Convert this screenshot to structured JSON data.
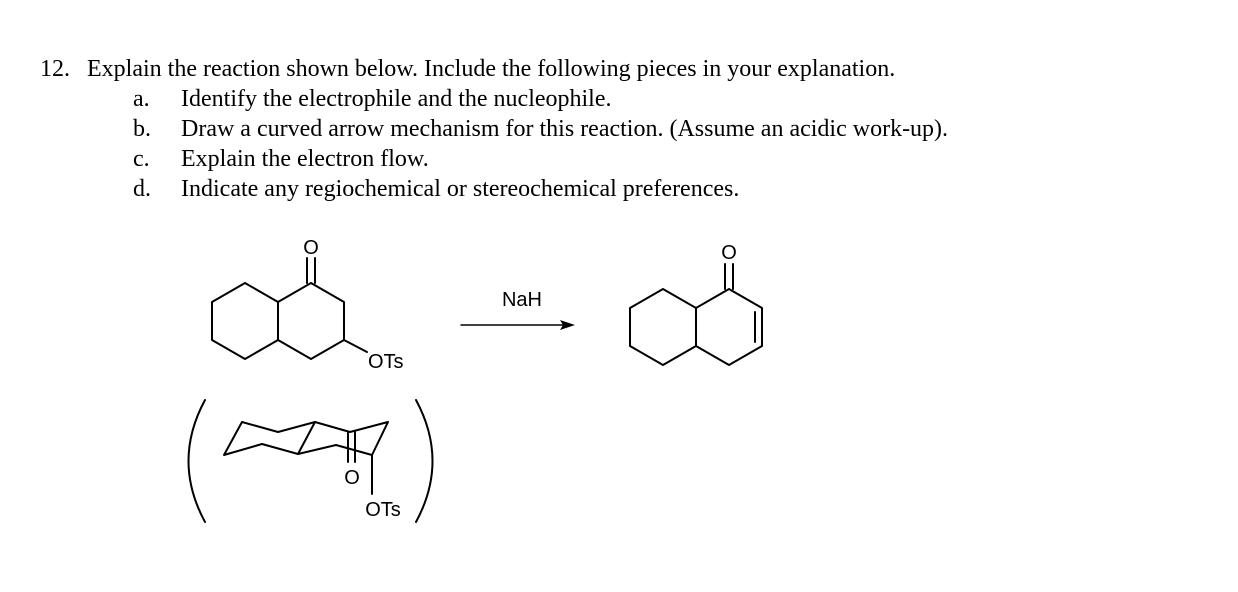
{
  "question": {
    "number": "12.",
    "prompt": "Explain the reaction shown below.  Include the following pieces in your explanation.",
    "parts": [
      {
        "letter": "a.",
        "text": "Identify the electrophile and the nucleophile."
      },
      {
        "letter": "b.",
        "text": "Draw a curved arrow mechanism for this reaction. (Assume an acidic work-up)."
      },
      {
        "letter": "c.",
        "text": "Explain the electron flow."
      },
      {
        "letter": "d.",
        "text": "Indicate any regiochemical or stereochemical preferences."
      }
    ]
  },
  "scheme": {
    "reactant": {
      "carbonyl_label": "O",
      "leaving_group_label": "OTs"
    },
    "reagent": "NaH",
    "product": {
      "carbonyl_label": "O"
    },
    "chair_conformer": {
      "carbonyl_label": "O",
      "leaving_group_label": "OTs"
    }
  }
}
